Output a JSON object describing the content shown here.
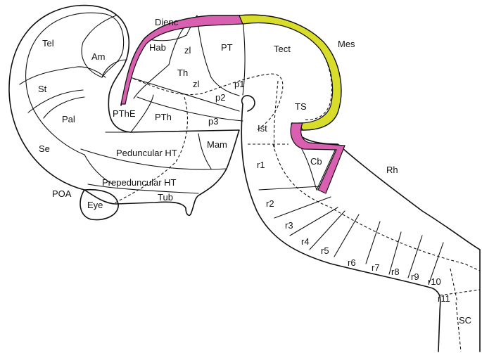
{
  "colors": {
    "highlight_magenta": "#d95fb0",
    "highlight_yellow": "#d8dc2a",
    "line": "#111111"
  },
  "labels": {
    "dienc": "Dienc",
    "tel": "Tel",
    "am": "Am",
    "hab": "Hab",
    "zl_top": "zl",
    "pt": "PT",
    "tect": "Tect",
    "mes": "Mes",
    "st": "St",
    "th": "Th",
    "zl_mid": "zl",
    "p1": "p1",
    "p2": "p2",
    "ts": "TS",
    "pal": "Pal",
    "pthe": "PThE",
    "pth": "PTh",
    "p3": "p3",
    "ist": "Ist",
    "se": "Se",
    "mam": "Mam",
    "peduncular_ht": "Peduncular HT",
    "r1": "r1",
    "cb": "Cb",
    "rh": "Rh",
    "prepeduncular_ht": "Prepeduncular HT",
    "poa": "POA",
    "tub": "Tub",
    "eye": "Eye",
    "r2": "r2",
    "r3": "r3",
    "r4": "r4",
    "r5": "r5",
    "r6": "r6",
    "r7": "r7",
    "r8": "r8",
    "r9": "r9",
    "r10": "r10",
    "r11": "r11",
    "sc": "SC"
  }
}
